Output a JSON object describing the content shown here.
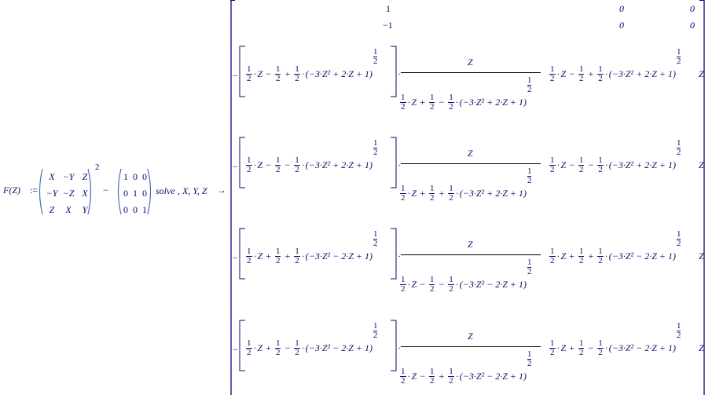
{
  "worksheet": {
    "definition": {
      "lhs": "F(Z)",
      "assign_op": ":=",
      "matrix_a": [
        [
          "X",
          "−Y",
          "Z"
        ],
        [
          "−Y",
          "−Z",
          "X"
        ],
        [
          "Z",
          "X",
          "Y"
        ]
      ],
      "power": "2",
      "minus": "−",
      "matrix_b": [
        [
          "1",
          "0",
          "0"
        ],
        [
          "0",
          "1",
          "0"
        ],
        [
          "0",
          "0",
          "1"
        ]
      ],
      "keyword": "solve",
      "variables": ", X, Y, Z",
      "arrow": "→"
    },
    "result": {
      "rows": [
        {
          "x": "1",
          "y": "0",
          "z": "0"
        },
        {
          "x": "−1",
          "y": "0",
          "z": "0"
        },
        {
          "x_sign1": "−",
          "x_sign2": "+",
          "x_poly": "(−3·Z² + 2·Z + 1)",
          "den_sign1": "+",
          "den_sign2": "−",
          "den_poly": "(−3·Z² + 2·Z + 1)",
          "y_sign1": "−",
          "y_sign2": "+",
          "y_poly": "(−3·Z² + 2·Z + 1)",
          "num": "Z",
          "z": "Z"
        },
        {
          "x_sign1": "−",
          "x_sign2": "−",
          "x_poly": "(−3·Z² + 2·Z + 1)",
          "den_sign1": "+",
          "den_sign2": "+",
          "den_poly": "(−3·Z² + 2·Z + 1)",
          "y_sign1": "−",
          "y_sign2": "−",
          "y_poly": "(−3·Z² + 2·Z + 1)",
          "num": "Z",
          "z": "Z"
        },
        {
          "x_sign1": "+",
          "x_sign2": "+",
          "x_poly": "(−3·Z² − 2·Z + 1)",
          "den_sign1": "−",
          "den_sign2": "−",
          "den_poly": "(−3·Z² − 2·Z + 1)",
          "y_sign1": "+",
          "y_sign2": "+",
          "y_poly": "(−3·Z² − 2·Z + 1)",
          "num": "Z",
          "z": "Z"
        },
        {
          "x_sign1": "+",
          "x_sign2": "−",
          "x_poly": "(−3·Z² − 2·Z + 1)",
          "den_sign1": "−",
          "den_sign2": "+",
          "den_poly": "(−3·Z² − 2·Z + 1)",
          "y_sign1": "+",
          "y_sign2": "−",
          "y_poly": "(−3·Z² − 2·Z + 1)",
          "num": "Z",
          "z": "Z"
        }
      ],
      "half_num": "1",
      "half_den": "2",
      "var_z": "Z",
      "neg_sign": "−"
    }
  }
}
